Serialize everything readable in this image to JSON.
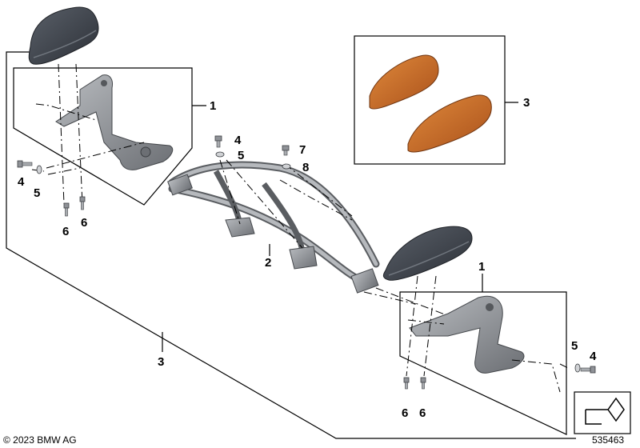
{
  "callouts": {
    "left_assembly": "1",
    "right_assembly": "1",
    "frame": "2",
    "pads_kit": "3",
    "bottom_bracket": "3",
    "bolt_left": "4",
    "washer_left": "5",
    "bolt_center": "4",
    "washer_center": "5",
    "screw_left_a": "6",
    "screw_left_b": "6",
    "screw_top": "7",
    "nut_top": "8",
    "washer_right": "5",
    "bolt_right": "4",
    "screw_right_a": "6",
    "screw_right_b": "6"
  },
  "footer": {
    "copyright": "© 2023 BMW AG",
    "diagram_number": "535463"
  },
  "colors": {
    "pad_dark": "#3b4048",
    "pad_orange": "#c4631d",
    "metal": "#8f9297"
  }
}
